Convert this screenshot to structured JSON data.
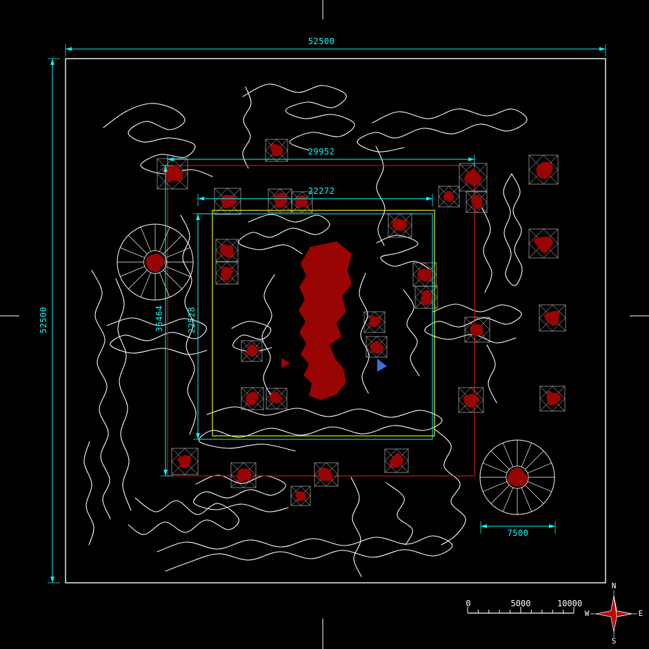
{
  "dimensions": {
    "outer_width": "52500",
    "outer_height": "52500",
    "red_width": "29952",
    "teal_width": "22272",
    "red_height": "36464",
    "teal_height": "22528",
    "circle_width": "7500"
  },
  "scale_bar": {
    "zero": "0",
    "mid": "5000",
    "max": "10000"
  },
  "compass": {
    "north": "N",
    "south": "S",
    "east": "E",
    "west": "W"
  },
  "colors": {
    "background": "#000000",
    "contour": "#ffffff",
    "dimension": "#00ffff",
    "boundary_red": "#cd1010",
    "boundary_yellow": "#f0f000",
    "tree_fill": "#990404",
    "tree_frame": "#c8c8c8",
    "blue_marker": "#3d6fe0",
    "compass_red": "#c00000"
  }
}
